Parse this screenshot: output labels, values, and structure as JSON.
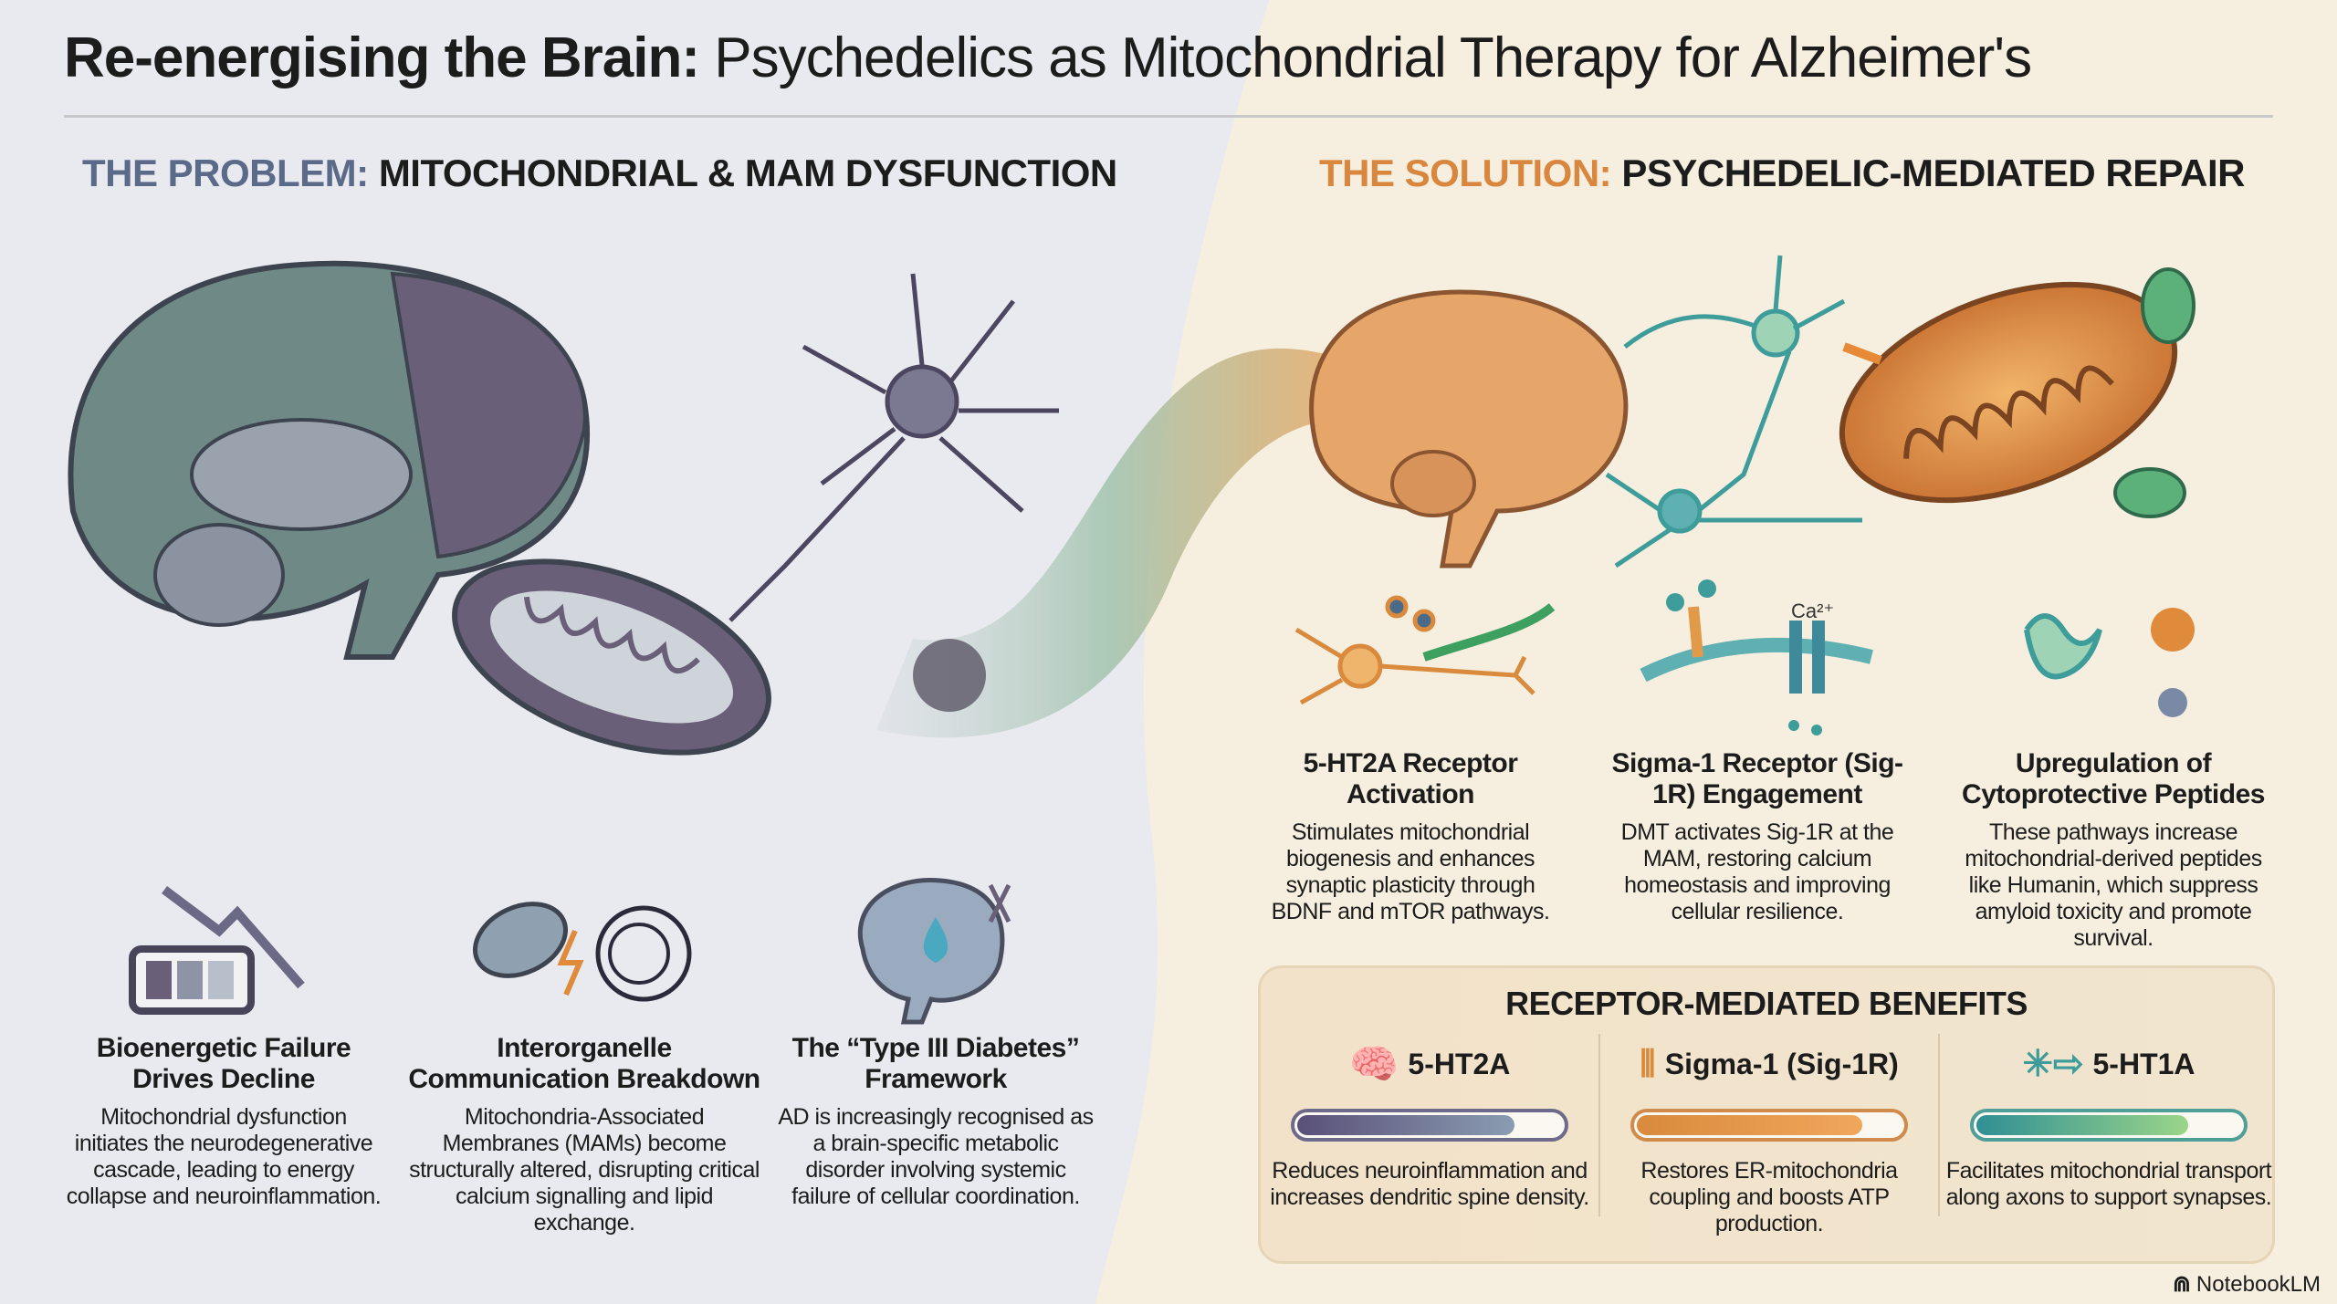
{
  "title": {
    "bold": "Re-energising the Brain:",
    "rest": " Psychedelics as Mitochondrial Therapy for Alzheimer's"
  },
  "problem": {
    "label": "THE PROBLEM:",
    "heading": " MITOCHONDRIAL & MAM DYSFUNCTION",
    "cards": [
      {
        "icon": "battery-low-icon",
        "title": "Bioenergetic Failure Drives Decline",
        "text": "Mitochondrial dysfunction initiates the neurodegenerative cascade, leading to energy collapse and neuroinflammation."
      },
      {
        "icon": "broken-connection-icon",
        "title": "Interorganelle Communication Breakdown",
        "text": "Mitochondria-Associated Membranes (MAMs) become structurally altered, disrupting critical calcium signalling and lipid exchange."
      },
      {
        "icon": "brain-glucose-drop-icon",
        "title": "The “Type III Diabetes” Framework",
        "text": "AD is increasingly recognised as a brain-specific metabolic disorder involving systemic failure of cellular coordination."
      }
    ]
  },
  "solution": {
    "label": "THE SOLUTION:",
    "heading": " PSYCHEDELIC-MEDIATED REPAIR",
    "ion_label": "Ca²⁺",
    "cards": [
      {
        "icon": "neuron-activation-icon",
        "title": "5-HT2A Receptor Activation",
        "text": "Stimulates mitochondrial biogenesis and enhances synaptic plasticity through BDNF and mTOR pathways."
      },
      {
        "icon": "membrane-receptor-icon",
        "title": "Sigma-1 Receptor (Sig-1R) Engagement",
        "text": "DMT activates Sig-1R at the MAM, restoring calcium homeostasis and improving cellular resilience."
      },
      {
        "icon": "peptide-icon",
        "title": "Upregulation of Cytoprotective Peptides",
        "text": "These pathways increase mitochondrial-derived peptides like Humanin, which suppress amyloid toxicity and promote survival."
      }
    ]
  },
  "benefits": {
    "title": "RECEPTOR-MEDIATED BENEFITS",
    "items": [
      {
        "name": "5-HT2A",
        "icon": "brain-icon",
        "level": 0.82,
        "colors": [
          "#5a5078",
          "#8a9cb2"
        ],
        "border": "#6e6a8c",
        "text": "Reduces neuroinflammation and increases dendritic spine density."
      },
      {
        "name": "Sigma-1 (Sig-1R)",
        "icon": "receptor-icon",
        "level": 0.85,
        "colors": [
          "#d98a3c",
          "#f0a75c"
        ],
        "border": "#cf8a4c",
        "text": "Restores ER-mitochondria coupling and boosts ATP production."
      },
      {
        "name": "5-HT1A",
        "icon": "neuron-arrow-icon",
        "level": 0.8,
        "colors": [
          "#2f8f94",
          "#9bd58a"
        ],
        "border": "#4f9e98",
        "text": "Facilitates mitochondrial transport along axons to support synapses."
      }
    ]
  },
  "brand": "NotebookLM"
}
